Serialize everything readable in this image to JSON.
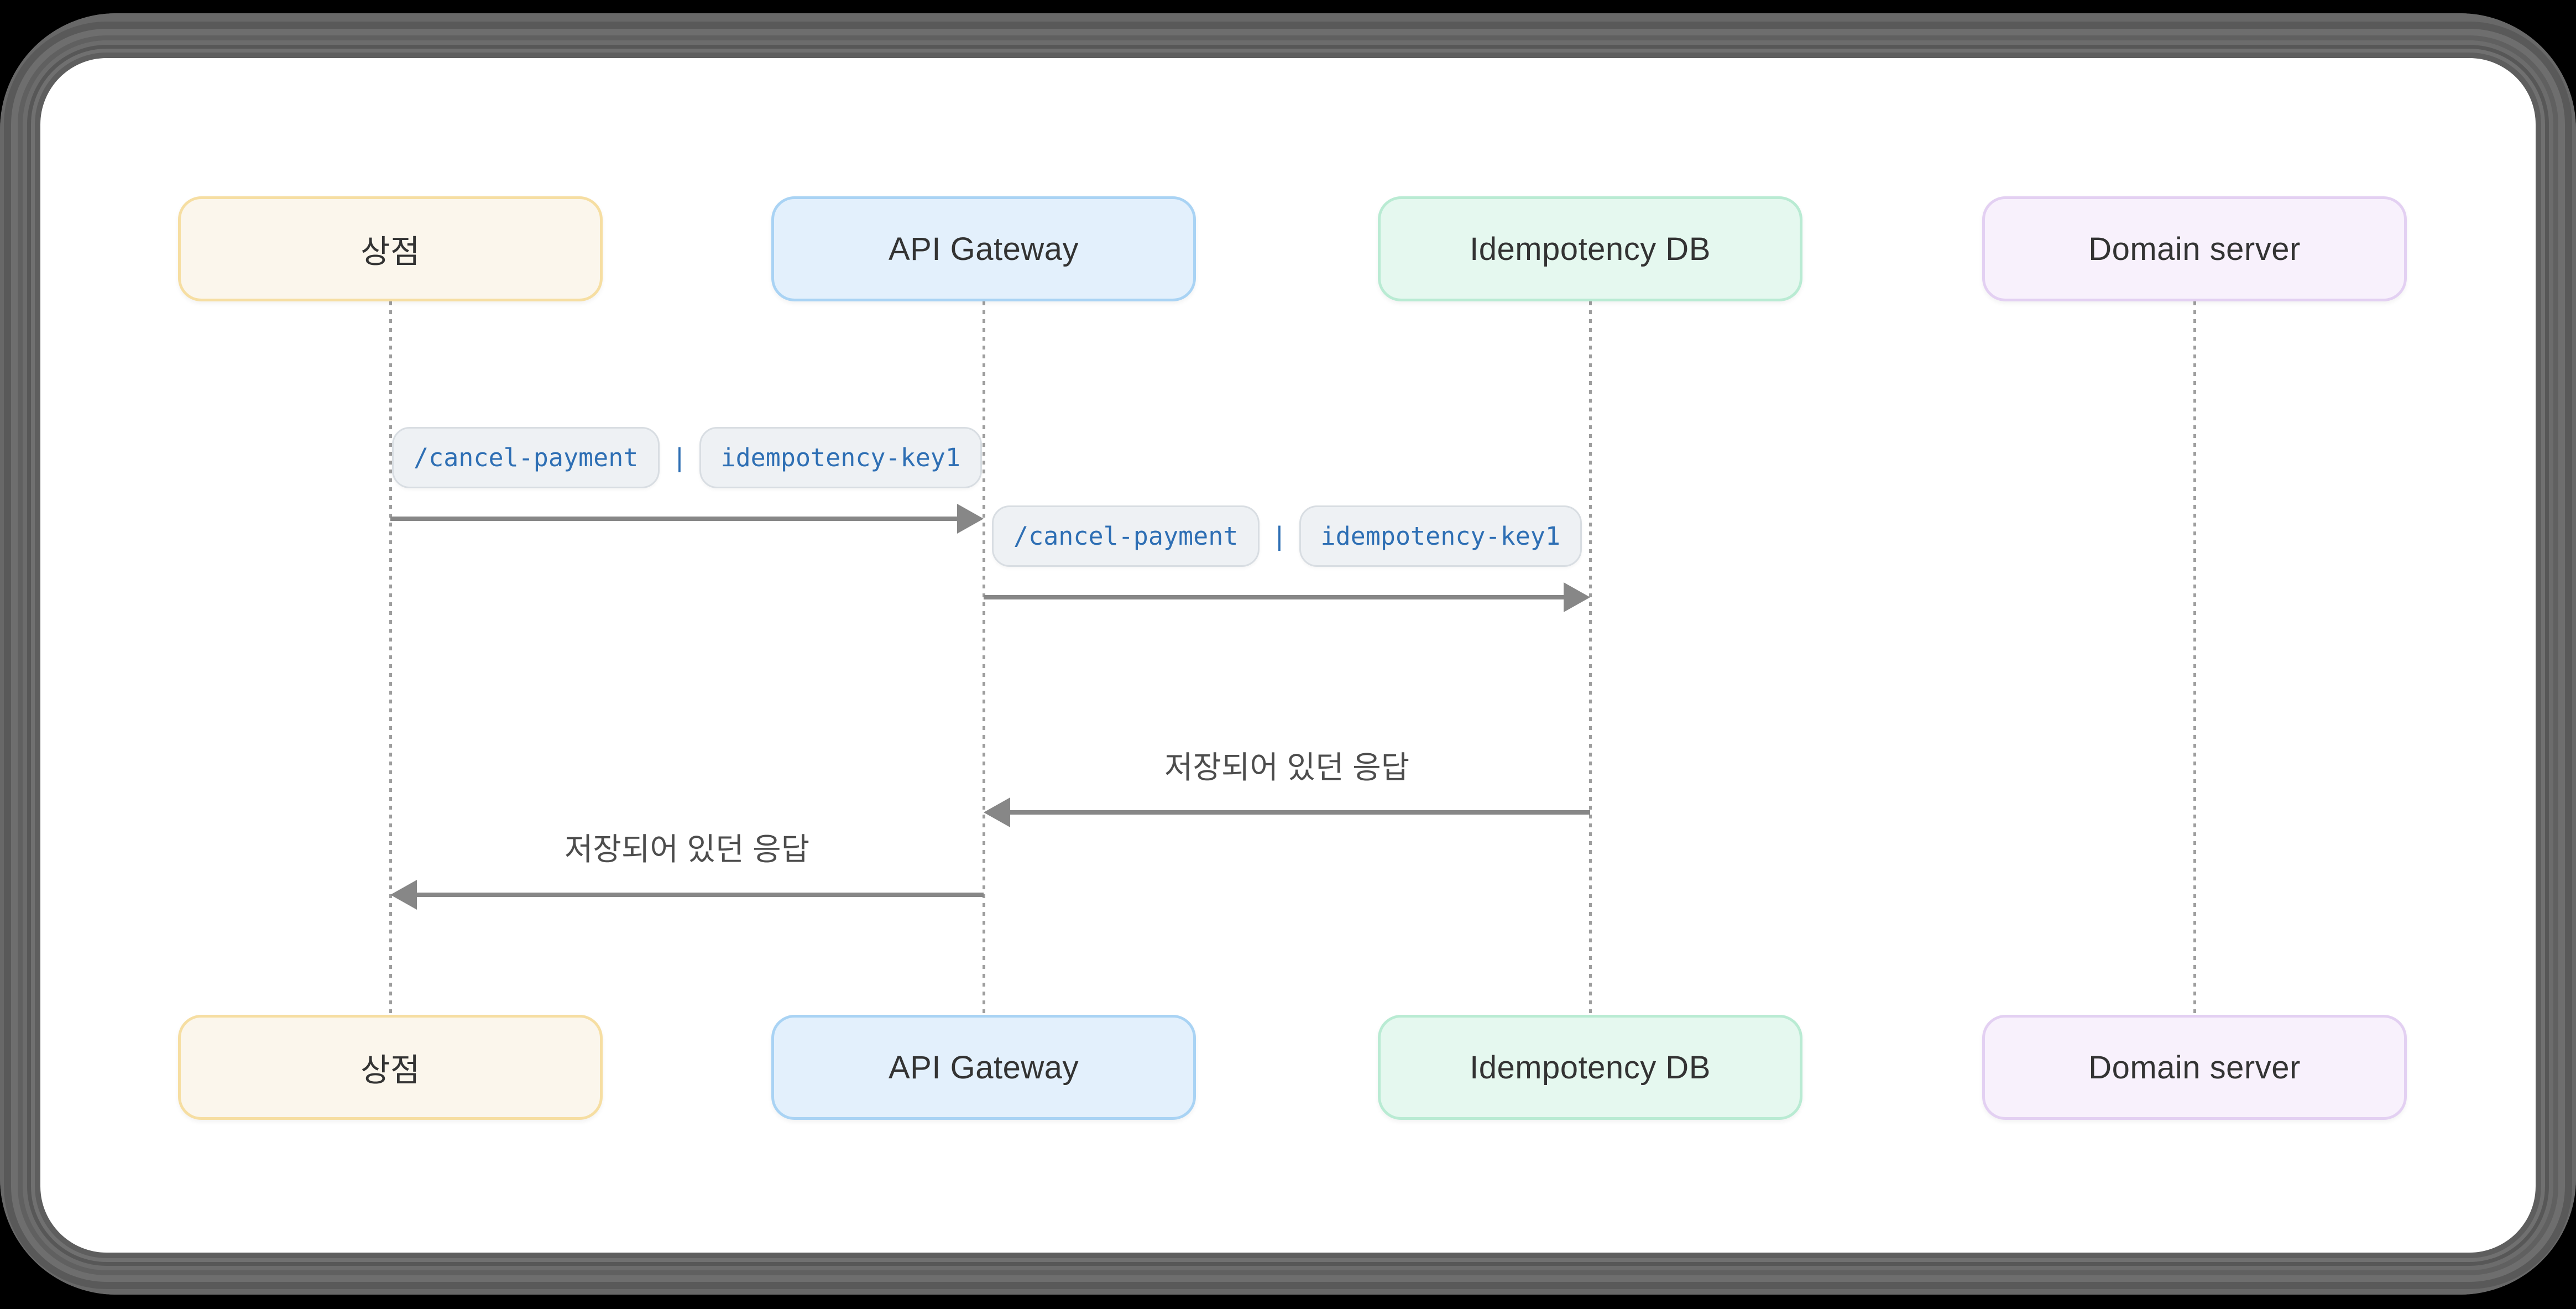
{
  "diagram": {
    "type": "sequence-diagram",
    "participants": [
      {
        "id": "store",
        "label": "상점",
        "bg": "#FBF6EC",
        "border": "#F6DEA2"
      },
      {
        "id": "api-gateway",
        "label": "API Gateway",
        "bg": "#E3F0FC",
        "border": "#A9D3F4"
      },
      {
        "id": "idempotency-db",
        "label": "Idempotency DB",
        "bg": "#E5F8EF",
        "border": "#B9EBD3"
      },
      {
        "id": "domain-server",
        "label": "Domain server",
        "bg": "#F8F1FC",
        "border": "#E3D0F2"
      }
    ],
    "messages": [
      {
        "from": "store",
        "to": "api-gateway",
        "style": "code",
        "parts": [
          "/cancel-payment",
          "idempotency-key1"
        ],
        "separator": "|"
      },
      {
        "from": "api-gateway",
        "to": "idempotency-db",
        "style": "code",
        "parts": [
          "/cancel-payment",
          "idempotency-key1"
        ],
        "separator": "|"
      },
      {
        "from": "idempotency-db",
        "to": "api-gateway",
        "style": "text",
        "label": "저장되어 있던 응답"
      },
      {
        "from": "api-gateway",
        "to": "store",
        "style": "text",
        "label": "저장되어 있던 응답"
      }
    ],
    "colors": {
      "page_bg": "#000000",
      "bezel": "#646464",
      "canvas_bg": "#ffffff",
      "lifeline": "#9e9e9e",
      "arrow": "#878787",
      "text_participant": "#333333",
      "text_message": "#4d4d4d",
      "code_text": "#2e6fb4",
      "code_bg": "#eef1f4",
      "code_border": "#d8dde2"
    }
  }
}
